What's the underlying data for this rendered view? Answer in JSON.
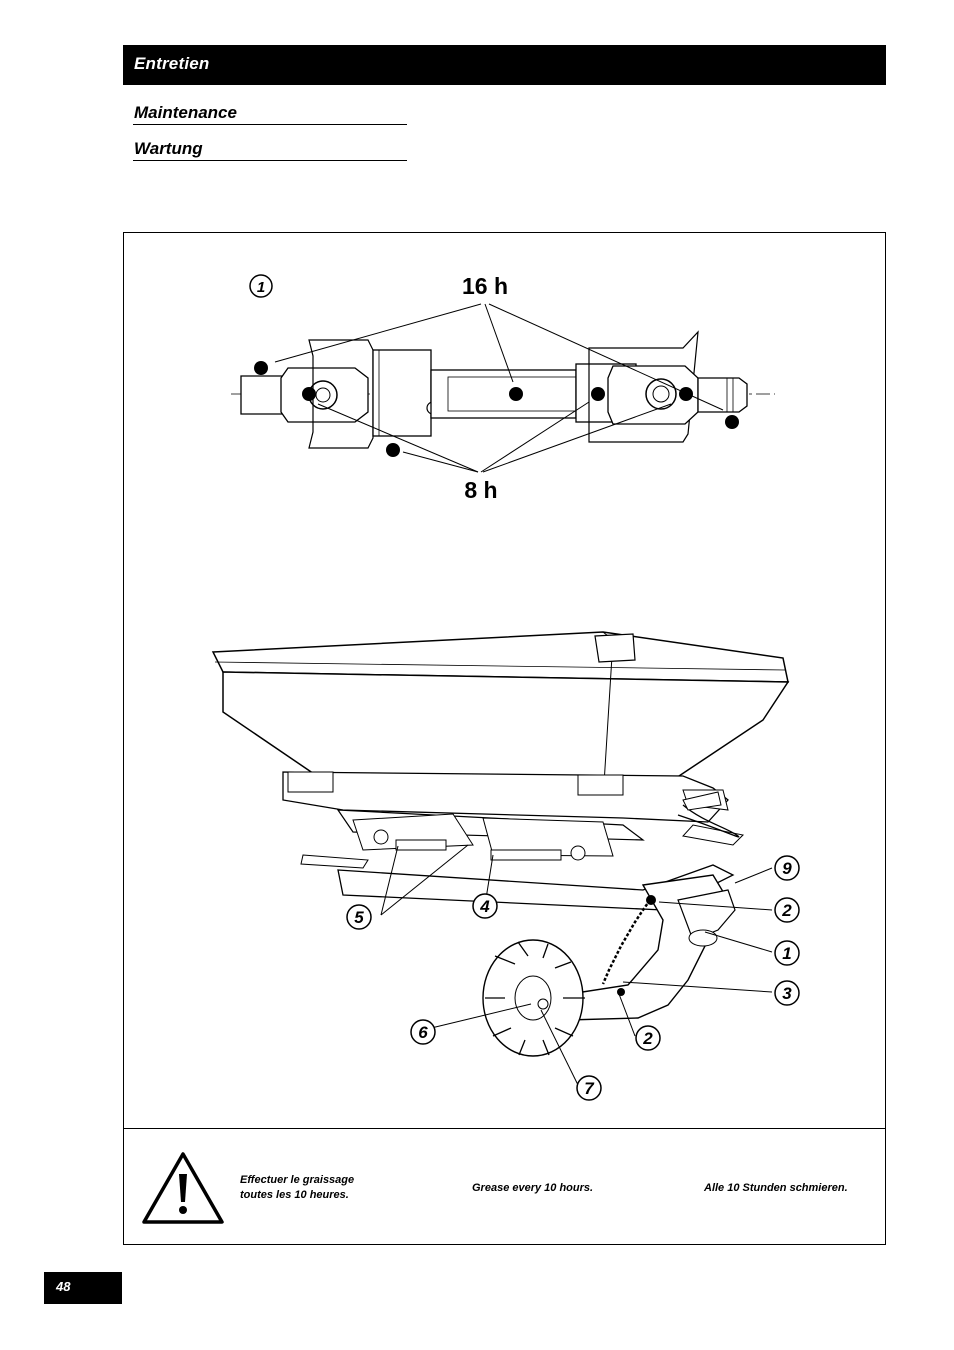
{
  "header": {
    "title": "Entretien"
  },
  "subtitles": [
    "Maintenance",
    "Wartung"
  ],
  "figure_top": {
    "callout": "1",
    "interval_long": "16 h",
    "interval_short": "8 h"
  },
  "figure_bottom": {
    "callouts": [
      "9",
      "2",
      "1",
      "3",
      "5",
      "4",
      "6",
      "2",
      "7"
    ]
  },
  "warning": {
    "fr_line1": "Effectuer le graissage",
    "fr_line2": "toutes les 10 heures.",
    "en": "Grease every 10 hours.",
    "de": "Alle 10 Stunden schmieren."
  },
  "footer": {
    "page_number": "48"
  },
  "colors": {
    "ink": "#000000",
    "paper": "#ffffff"
  }
}
